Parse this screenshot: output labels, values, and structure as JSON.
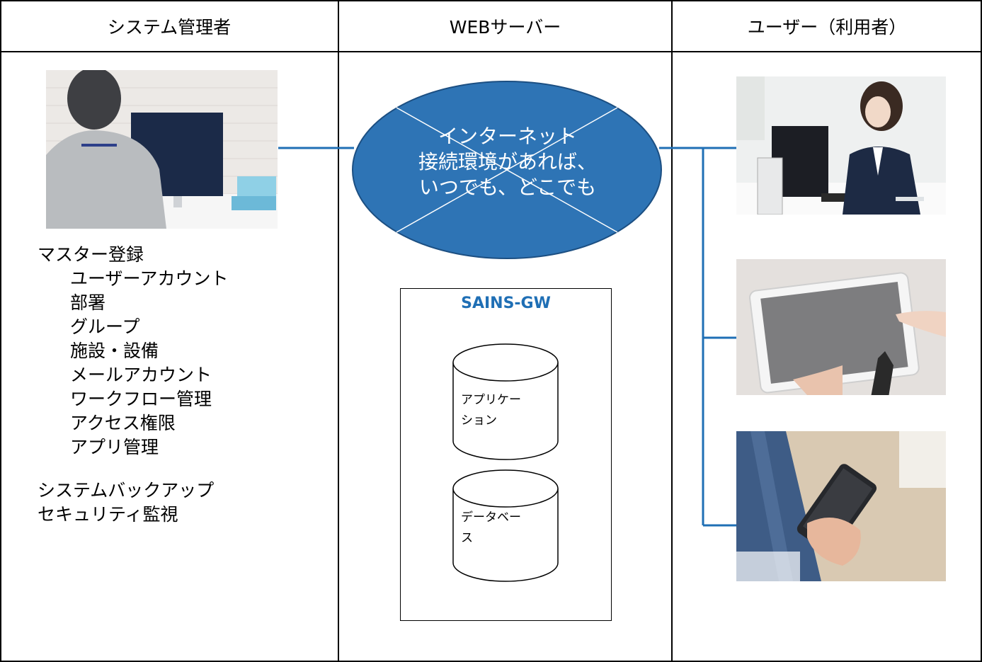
{
  "headers": {
    "admin": "システム管理者",
    "server": "WEBサーバー",
    "user": "ユーザー（利用者）"
  },
  "admin_tasks": {
    "master": "マスター登録",
    "master_items": [
      "ユーザーアカウント",
      "部署",
      "グループ",
      "施設・設備",
      "メールアカウント",
      "ワークフロー管理",
      "アクセス権限",
      "アプリ管理"
    ],
    "backup": "システムバックアップ",
    "security": "セキュリティ監視"
  },
  "internet": {
    "line1": "インターネット",
    "line2": "接続環境があれば、",
    "line3": "いつでも、どこでも"
  },
  "gateway": {
    "title": "SAINS-GW",
    "app_line1": "アプリケー",
    "app_line2": "ション",
    "db_line1": "データベー",
    "db_line2": "ス"
  },
  "colors": {
    "ellipse": "#2e74b5",
    "connector": "#1f6fb5",
    "title_text": "#1f6fb5"
  },
  "images": [
    "admin-photo",
    "desktop-user-photo",
    "tablet-photo",
    "smartphone-photo"
  ]
}
